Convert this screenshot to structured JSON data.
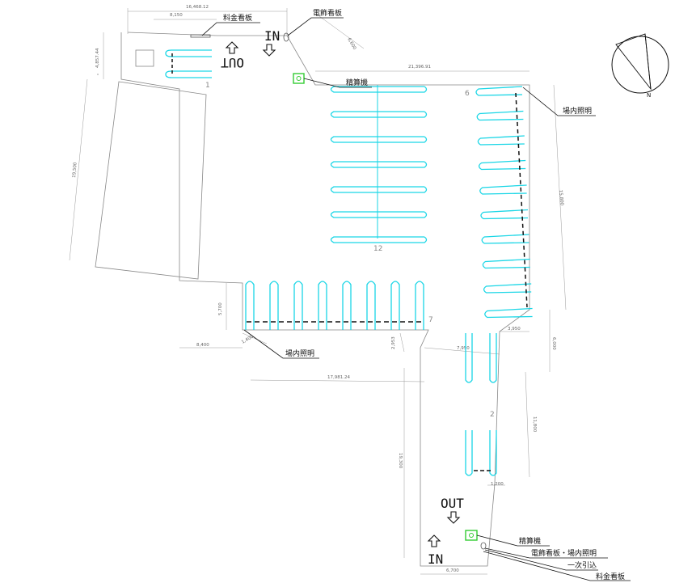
{
  "labels": {
    "sign_top": "料金看板",
    "sign_pole_top": "電飾看板",
    "payment_top": "精算機",
    "lighting_right": "場内照明",
    "lighting_left": "場内照明",
    "payment_bottom": "精算機",
    "sign_pole_bottom": "電飾看板・場内照明",
    "power": "一次引込",
    "sign_bottom": "料金看板"
  },
  "directions": {
    "in_top": "IN",
    "out_top": "OUT",
    "out_bottom": "OUT",
    "in_bottom": "IN"
  },
  "space_numbers": {
    "n1": "1",
    "n6": "6",
    "n12": "12",
    "n7": "7",
    "n2": "2"
  },
  "dimensions": {
    "d1": "16,468.12",
    "d2": "8,150",
    "d3": "6,600",
    "d4": "4,857.44",
    "d5": "21,396.91",
    "d6": "19,500",
    "d7": "15,800",
    "d8": "5,700",
    "d9": "8,400",
    "d10": "1,400",
    "d11": "17,981.24",
    "d12": "2,953",
    "d13": "7,950",
    "d14": "3,950",
    "d15": "6,000",
    "d16": "11,800",
    "d17": "19,300",
    "d18": "1,200",
    "d19": "6,700"
  },
  "colors": {
    "parking_space": "#1ad6e6",
    "equipment": "#33cc33",
    "line": "#888888"
  },
  "icons": {
    "compass": "north-arrow-icon",
    "arrow_up": "arrow-up-icon",
    "arrow_down": "arrow-down-icon"
  }
}
